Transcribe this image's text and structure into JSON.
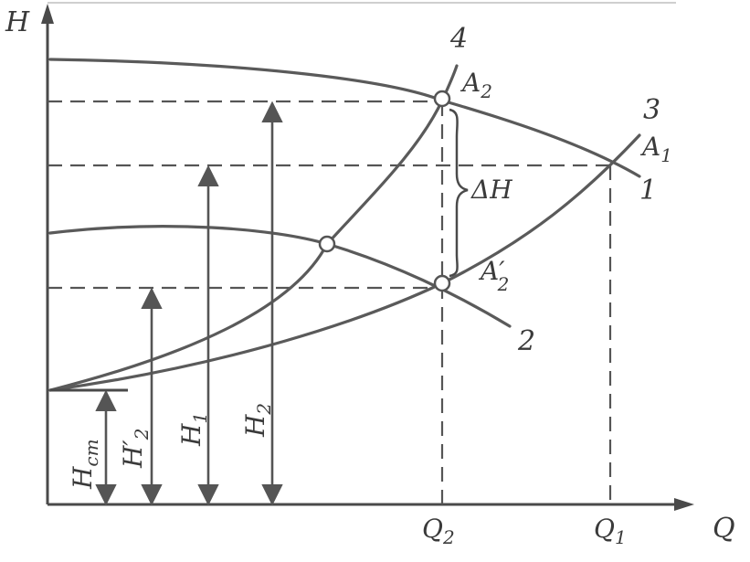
{
  "axes": {
    "y": "H",
    "x": "Q"
  },
  "ticks": {
    "q2": {
      "main": "Q",
      "sub": "2"
    },
    "q1": {
      "main": "Q",
      "sub": "1"
    }
  },
  "curve_numbers": {
    "c1": "1",
    "c2": "2",
    "c3": "3",
    "c4": "4"
  },
  "points": {
    "a2": {
      "main": "A",
      "sub": "2"
    },
    "a1": {
      "main": "A",
      "sub": "1"
    },
    "a2prime": {
      "main": "A′",
      "sub": "2"
    }
  },
  "delta": "ΔH",
  "heights": {
    "hst": {
      "main": "H",
      "sub": "ст"
    },
    "h2prime": {
      "main": "H′",
      "sub": "2"
    },
    "h1": {
      "main": "H",
      "sub": "1"
    },
    "h2": {
      "main": "H",
      "sub": "2"
    }
  },
  "colors": {
    "ink": "#4a4a4a",
    "background": "#ffffff"
  }
}
